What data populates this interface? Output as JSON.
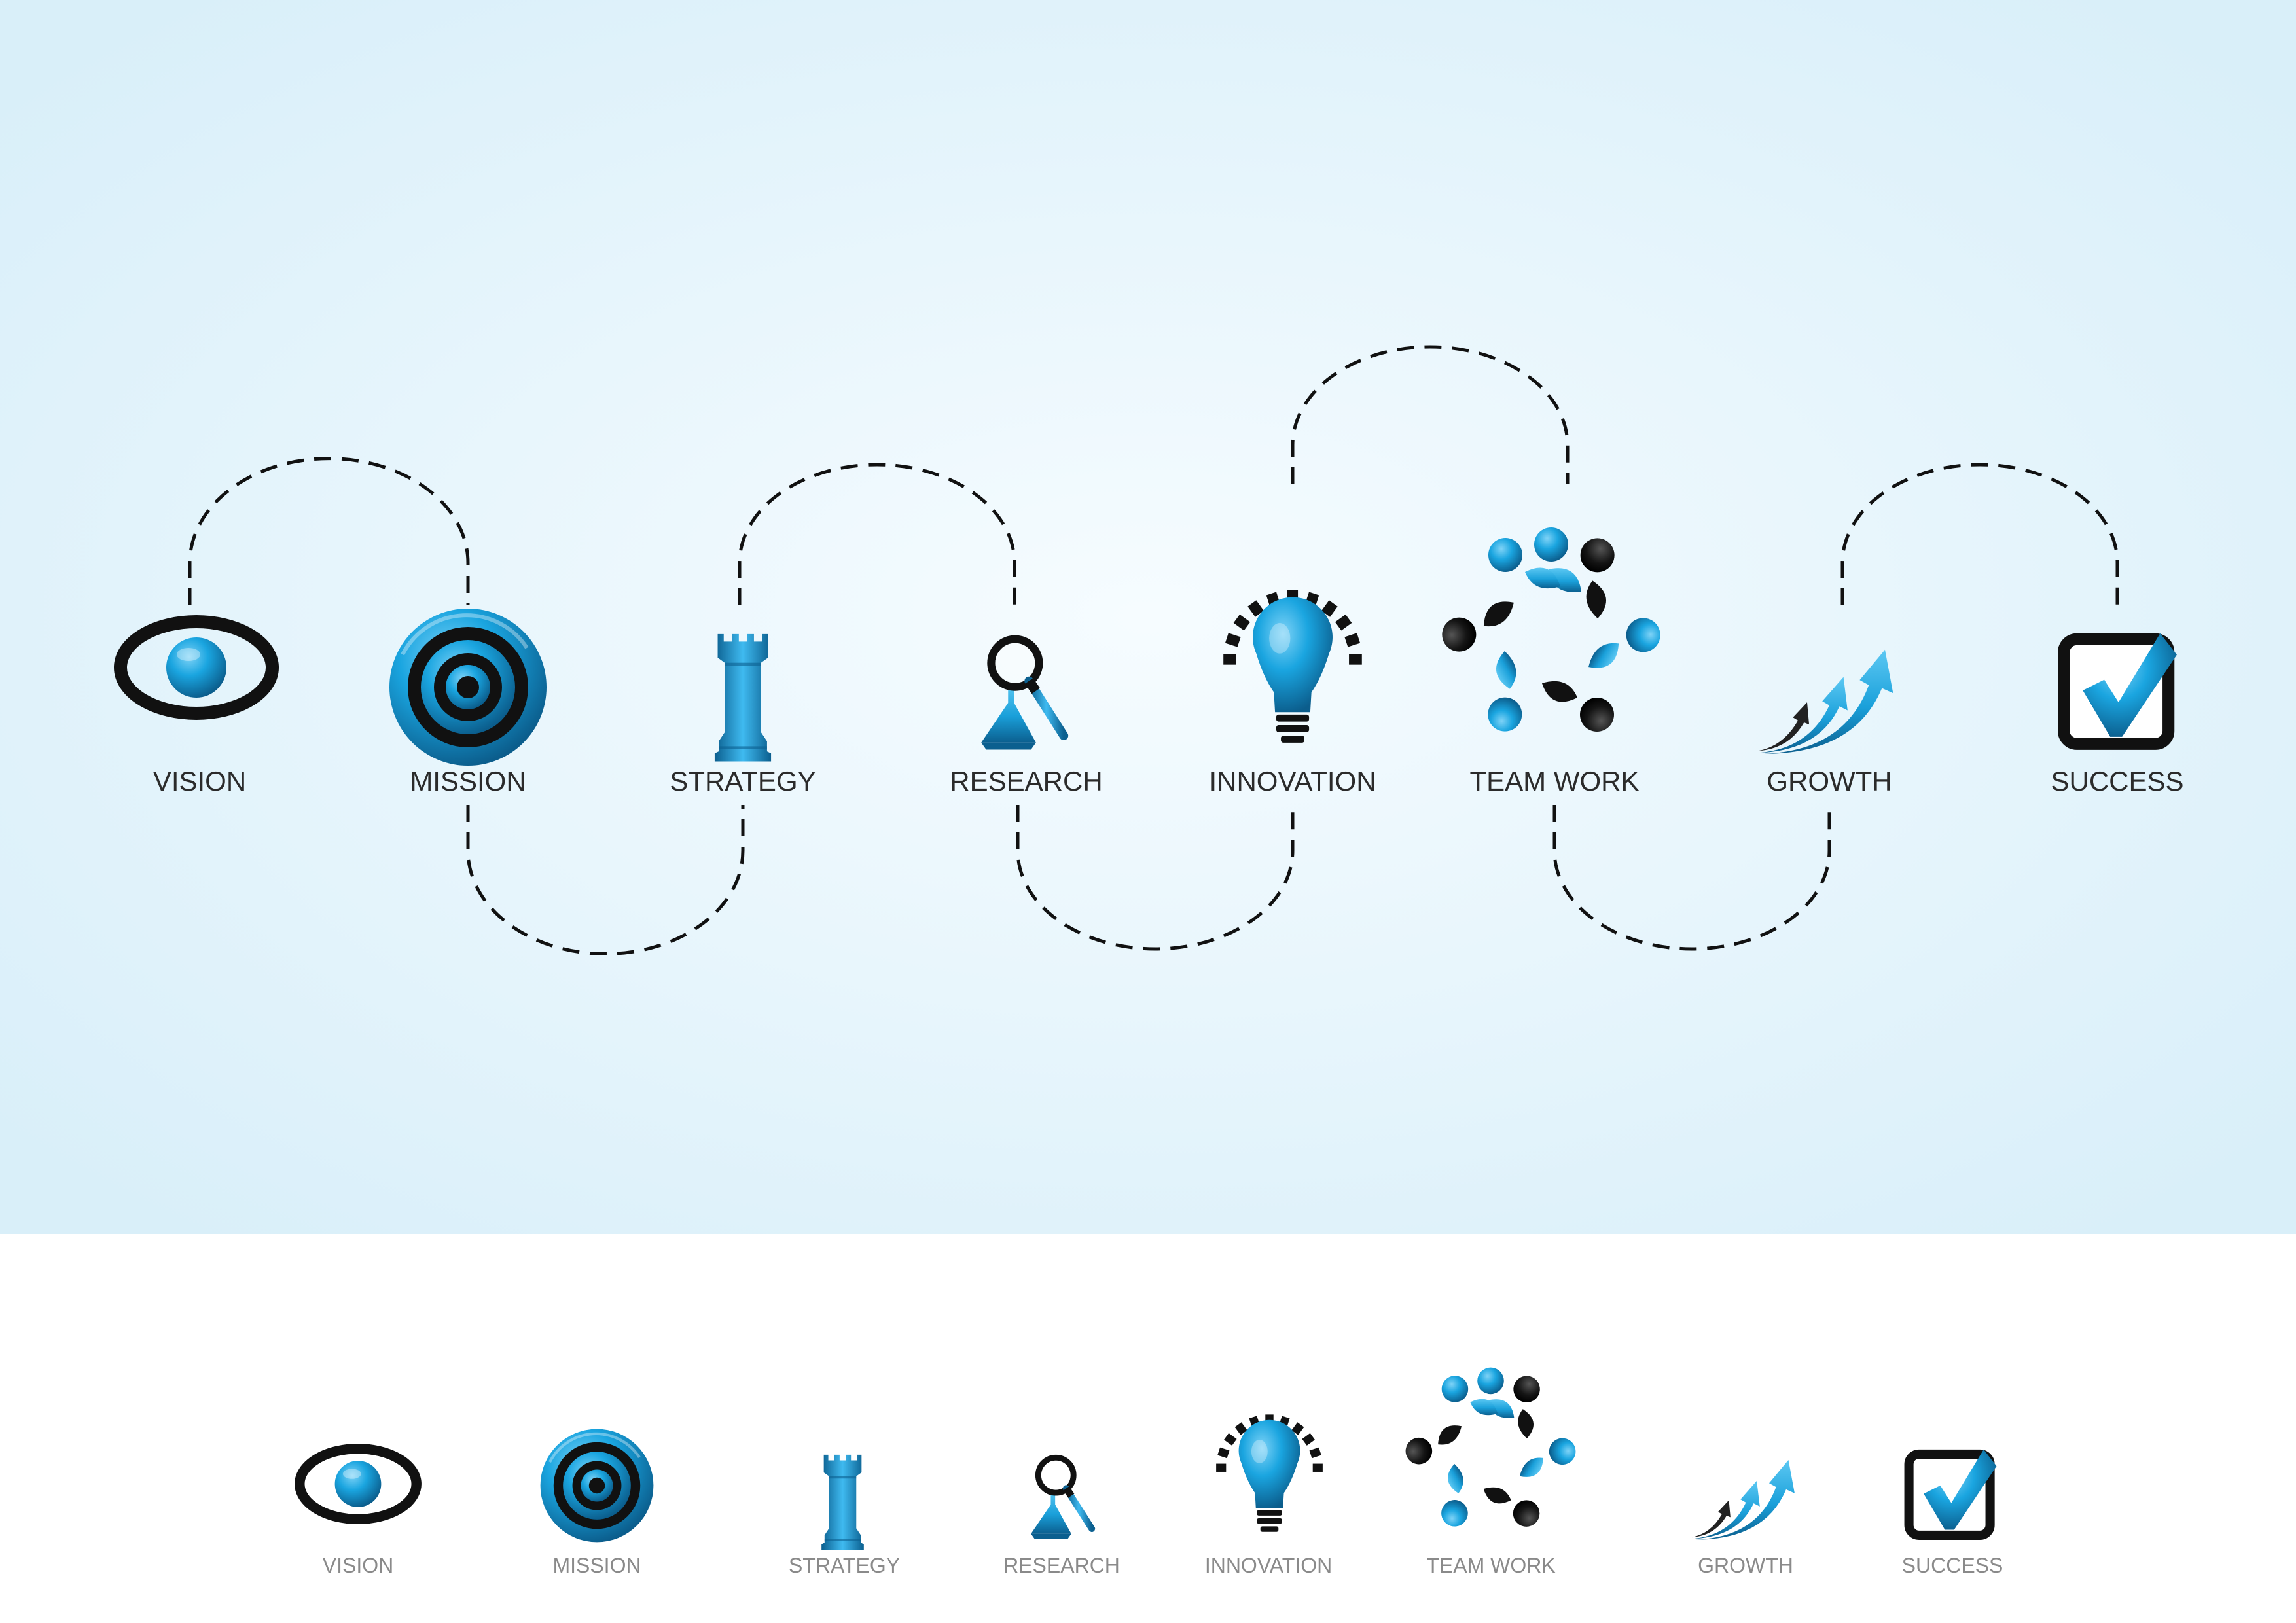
{
  "colors": {
    "accent_blue": "#1aa5e0",
    "dark_blue": "#0a5f8f",
    "black": "#111111",
    "bg_center": "#f4fbff",
    "bg_edge": "#dcf0fa",
    "label_main": "#2b2b2b",
    "label_small": "#8a8a8a"
  },
  "steps": [
    {
      "label": "VISION",
      "icon": "eye-icon"
    },
    {
      "label": "MISSION",
      "icon": "target-icon"
    },
    {
      "label": "STRATEGY",
      "icon": "chess-rook-icon"
    },
    {
      "label": "RESEARCH",
      "icon": "flask-magnifier-icon"
    },
    {
      "label": "INNOVATION",
      "icon": "lightbulb-icon"
    },
    {
      "label": "TEAM WORK",
      "icon": "team-circle-icon"
    },
    {
      "label": "GROWTH",
      "icon": "rising-arrows-icon"
    },
    {
      "label": "SUCCESS",
      "icon": "checkbox-check-icon"
    }
  ]
}
